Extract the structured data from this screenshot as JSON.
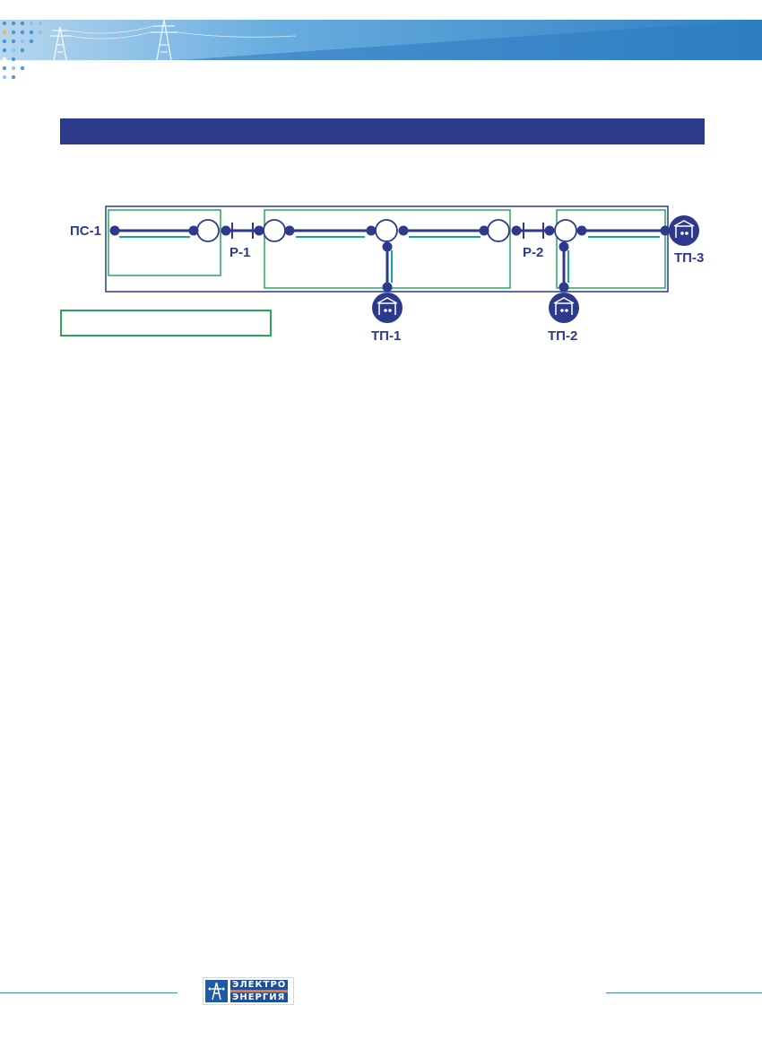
{
  "header": {
    "title": ""
  },
  "diagram": {
    "labels": {
      "ps1": "ПС-1",
      "r1": "Р-1",
      "r2": "Р-2",
      "tp1": "ТП-1",
      "tp2": "ТП-2",
      "tp3": "ТП-3"
    },
    "legend_text": ""
  },
  "footer": {
    "logo_line1": "ЭЛЕКТРО",
    "logo_line2": "ЭНЕРГИЯ"
  },
  "colors": {
    "navy": "#2d3a8c",
    "green": "#2aa55a",
    "teal": "#14a3a8",
    "banner_blue": "#3f8fd0"
  }
}
